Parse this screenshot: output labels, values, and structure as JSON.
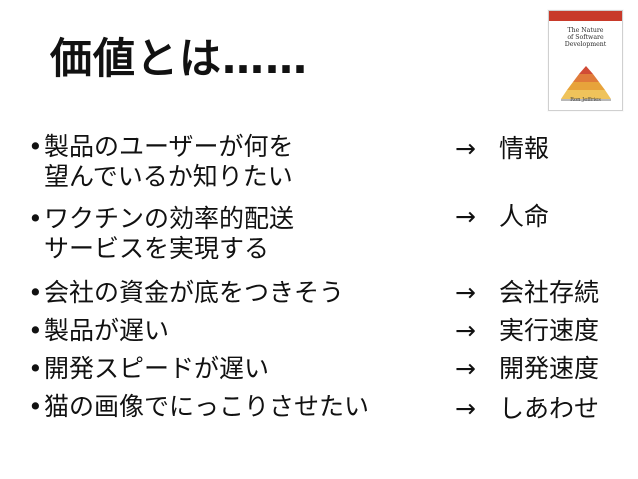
{
  "slide": {
    "title": "価値とは……",
    "book": {
      "cover_text": "The Nature\nof Software\nDevelopment",
      "author": "Ron Jeffries",
      "colors": {
        "band": "#c83a2a",
        "pyramid": [
          "#d14b35",
          "#e07b3a",
          "#e7a33b",
          "#efc35b"
        ]
      },
      "icon": "pyramid-icon"
    },
    "bullets": [
      {
        "dot": "•",
        "line1": "製品のユーザーが何を",
        "line2": "望んでいるか知りたい"
      },
      {
        "dot": "•",
        "line1": "ワクチンの効率的配送",
        "line2": "サービスを実現する"
      },
      {
        "dot": "•",
        "line1": "会社の資金が底をつきそう",
        "line2": ""
      },
      {
        "dot": "•",
        "line1": "製品が遅い",
        "line2": ""
      },
      {
        "dot": "•",
        "line1": "開発スピードが遅い",
        "line2": ""
      },
      {
        "dot": "•",
        "line1": "猫の画像でにっこりさせたい",
        "line2": ""
      }
    ],
    "arrows": [
      {
        "arrow": "→",
        "label": "情報"
      },
      {
        "arrow": "→",
        "label": "人命"
      },
      {
        "arrow": "→",
        "label": "会社存続"
      },
      {
        "arrow": "→",
        "label": "実行速度"
      },
      {
        "arrow": "→",
        "label": "開発速度"
      },
      {
        "arrow": "→",
        "label": "しあわせ"
      }
    ]
  }
}
